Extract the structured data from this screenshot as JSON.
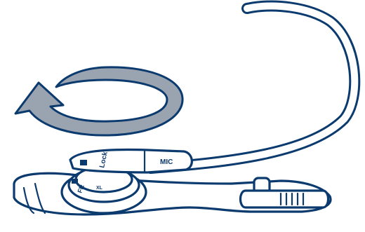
{
  "labels": {
    "lock": "Lock",
    "mic": "MIC",
    "fr": "FR",
    "xl": "XL"
  },
  "colors": {
    "outline": "#0b3a6e",
    "rotation_arrow_fill": "#9aa3b0",
    "rotation_arrow_outline": "#0b3a6e",
    "background": "#ffffff"
  },
  "icons": {
    "rotation_arrow": "counterclockwise-rotation-arrow-icon"
  }
}
